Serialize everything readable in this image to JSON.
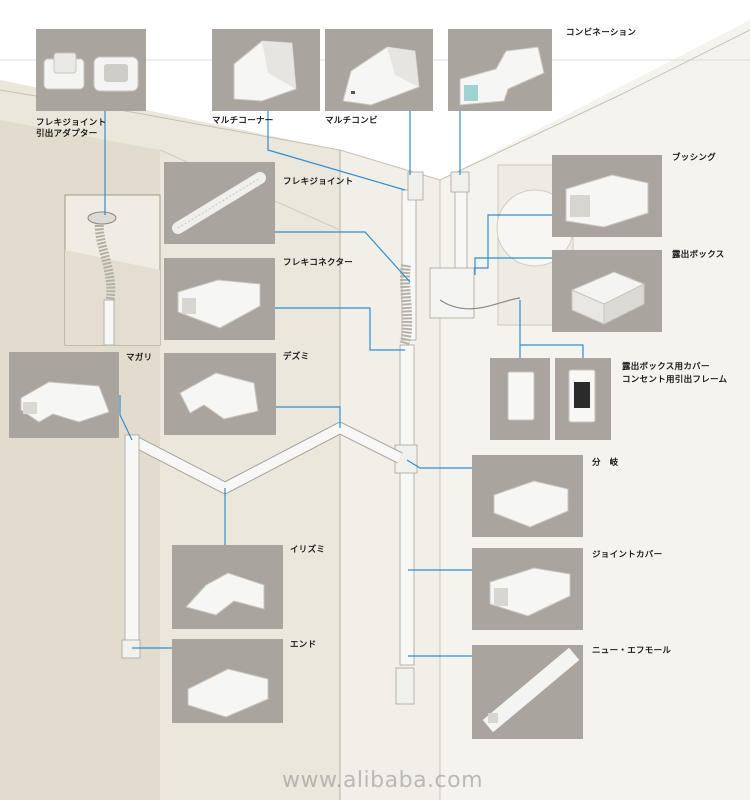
{
  "labels": {
    "flex_adapter_1": "フレキジョイント",
    "flex_adapter_2": "引出アダプター",
    "multi_corner": "マルチコーナー",
    "multi_combi": "マルチコンビ",
    "combination": "コンビネーション",
    "bushing": "ブッシング",
    "flex_joint": "フレキジョイント",
    "flex_connector": "フレキコネクター",
    "exposed_box": "露出ボックス",
    "box_cover": "露出ボックス用カバー",
    "outlet_frame": "コンセント用引出フレーム",
    "magari": "マガリ",
    "dezumi": "デズミ",
    "bunki": "分　岐",
    "joint_cover": "ジョイントカバー",
    "irizumi": "イリズミ",
    "end": "エンド",
    "new_f_mall": "ニュー・エフモール"
  },
  "watermark": "www.alibaba.com",
  "colors": {
    "panel_bg": "#a9a59e",
    "connector_line": "#2e8fd0",
    "wall_left": "#e3ddd0",
    "wall_right": "#f4f1ea",
    "duct": "#f7f7f5"
  }
}
